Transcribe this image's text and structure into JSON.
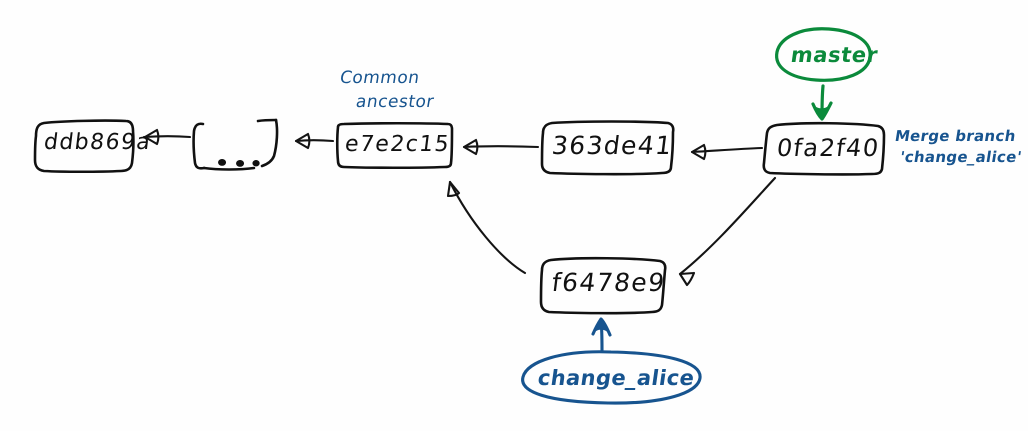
{
  "diagram": {
    "title": "git merge commit graph",
    "colors": {
      "ink": "#111111",
      "blue": "#17548f",
      "green": "#0b8a3b",
      "background": "#fefefe"
    },
    "commits": [
      {
        "id": "ddb869a",
        "label": "ddb869a"
      },
      {
        "id": "ellipsis",
        "label": "..."
      },
      {
        "id": "e7e2c15",
        "label": "e7e2c15"
      },
      {
        "id": "363de41",
        "label": "363de41"
      },
      {
        "id": "0fa2f40",
        "label": "0fa2f40"
      },
      {
        "id": "f6478e9",
        "label": "f6478e9"
      }
    ],
    "branches": [
      {
        "id": "master",
        "label": "master",
        "color": "#0b8a3b",
        "points_to": "0fa2f40"
      },
      {
        "id": "change_alice",
        "label": "change_alice",
        "color": "#17548f",
        "points_to": "f6478e9"
      }
    ],
    "annotations": [
      {
        "id": "common-ancestor",
        "line1": "Common",
        "line2": "ancestor",
        "color": "#17548f",
        "target": "e7e2c15"
      },
      {
        "id": "merge-message",
        "line1": "Merge branch",
        "line2": "'change_alice'",
        "color": "#17548f",
        "target": "0fa2f40"
      }
    ],
    "edges": [
      {
        "from": "ellipsis",
        "to": "ddb869a"
      },
      {
        "from": "e7e2c15",
        "to": "ellipsis"
      },
      {
        "from": "363de41",
        "to": "e7e2c15"
      },
      {
        "from": "0fa2f40",
        "to": "363de41"
      },
      {
        "from": "f6478e9",
        "to": "e7e2c15"
      },
      {
        "from": "0fa2f40",
        "to": "f6478e9"
      }
    ]
  }
}
